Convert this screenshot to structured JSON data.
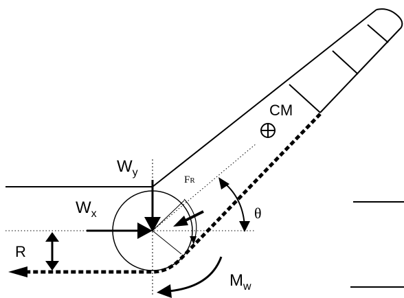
{
  "labels": {
    "wy": "W",
    "wy_sub": "y",
    "wx": "W",
    "wx_sub": "x",
    "fr": "F",
    "fr_sub": "R",
    "cm": "CM",
    "theta": "θ",
    "r": "R",
    "mw": "M",
    "mw_sub": "w"
  },
  "colors": {
    "ink": "#000000",
    "background": "#ffffff"
  }
}
